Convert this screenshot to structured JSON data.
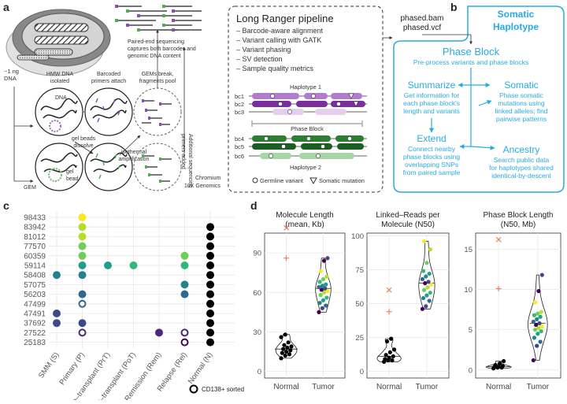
{
  "panel_a": {
    "letter": "a",
    "dna_amount": [
      "~1 ng",
      "DNA"
    ],
    "hmw_label": [
      "HMW DNA",
      "isolated"
    ],
    "dna_label": "DNA",
    "gel_bead_label": [
      "gel",
      "bead"
    ],
    "gem_label": "GEM",
    "barcoded_label": [
      "Barcoded",
      "primers attach"
    ],
    "gel_dissolve": [
      "gel beads",
      "dissolve"
    ],
    "isothermal": [
      "isothermal",
      "amplification"
    ],
    "gems_break": [
      "GEMs break,",
      "fragments pool"
    ],
    "additional_primers": [
      "Additional sequencing",
      "primers added"
    ],
    "paired_end": [
      "Paired-end sequencing",
      "captures both barcodes and",
      "genomic DNA content"
    ],
    "chromium": [
      "Chromium",
      "10X Genomics"
    ],
    "pipeline_title": "Long Ranger pipeline",
    "pipeline_steps": [
      "– Barcode-aware alignment",
      "– Variant calling with GATK",
      "– Variant phasing",
      "– SV detection",
      "– Sample quality metrics"
    ],
    "haplotype1": "Haplotype 1",
    "haplotype2": "Haplotype 2",
    "phase_block": "Phase Block",
    "barcodes": [
      "bc1",
      "bc2",
      "bc3",
      "bc4",
      "bc5",
      "bc6"
    ],
    "germline_legend": "Germline variant",
    "somatic_legend": "Somatic mutation"
  },
  "panel_b": {
    "letter": "b",
    "files": [
      "phased.bam",
      "phased.vcf"
    ],
    "title": [
      "Somatic",
      "Haplotype"
    ],
    "phase_block_title": "Phase Block",
    "phase_block_desc": "Pre-process variants and phase blocks",
    "summarize_title": "Summarize",
    "summarize_desc": [
      "Get information for",
      "each phase block's",
      "length and variants"
    ],
    "somatic_title": "Somatic",
    "somatic_desc": [
      "Phase somatic",
      "mutations using",
      "linked alleles; find",
      "pairwise patterns"
    ],
    "extend_title": "Extend",
    "extend_desc": [
      "Connect nearby",
      "phase blocks using",
      "overlapping SNPs",
      "from paired sample"
    ],
    "ancestry_title": "Ancestry",
    "ancestry_desc": [
      "Search public data",
      "for haplotypes shared",
      "identical-by-descent"
    ]
  },
  "panel_c": {
    "letter": "c",
    "legend": "CD138+ sorted",
    "chart_data": {
      "type": "scatter",
      "y_categories": [
        "98433",
        "83942",
        "81012",
        "77570",
        "60359",
        "59114",
        "58408",
        "57075",
        "56203",
        "47499",
        "47491",
        "37692",
        "27522",
        "25183"
      ],
      "x_categories": [
        "SMM (S)",
        "Primary (P)",
        "Pre–transplant (PrT)",
        "Post–transplant (PoT)",
        "Remission (Rem)",
        "Relapse (Rel)",
        "Normal (N)"
      ],
      "grid": true,
      "points": [
        {
          "patient": "98433",
          "stage": "Primary (P)",
          "color": "#fde725",
          "sorted": false
        },
        {
          "patient": "83942",
          "stage": "Primary (P)",
          "color": "#b5de2b",
          "sorted": false
        },
        {
          "patient": "83942",
          "stage": "Normal (N)",
          "color": "#000000",
          "sorted": false
        },
        {
          "patient": "81012",
          "stage": "Primary (P)",
          "color": "#b5de2b",
          "sorted": false
        },
        {
          "patient": "81012",
          "stage": "Normal (N)",
          "color": "#000000",
          "sorted": false
        },
        {
          "patient": "77570",
          "stage": "Primary (P)",
          "color": "#6ece58",
          "sorted": false
        },
        {
          "patient": "77570",
          "stage": "Normal (N)",
          "color": "#000000",
          "sorted": false
        },
        {
          "patient": "60359",
          "stage": "Primary (P)",
          "color": "#6ece58",
          "sorted": false
        },
        {
          "patient": "60359",
          "stage": "Relapse (Rel)",
          "color": "#6ece58",
          "sorted": false
        },
        {
          "patient": "60359",
          "stage": "Normal (N)",
          "color": "#000000",
          "sorted": false
        },
        {
          "patient": "59114",
          "stage": "Primary (P)",
          "color": "#1f9e89",
          "sorted": false
        },
        {
          "patient": "59114",
          "stage": "Pre–transplant (PrT)",
          "color": "#1f9e89",
          "sorted": false
        },
        {
          "patient": "59114",
          "stage": "Post–transplant (PoT)",
          "color": "#35b779",
          "sorted": false
        },
        {
          "patient": "59114",
          "stage": "Relapse (Rel)",
          "color": "#35b779",
          "sorted": false
        },
        {
          "patient": "59114",
          "stage": "Normal (N)",
          "color": "#000000",
          "sorted": false
        },
        {
          "patient": "58408",
          "stage": "SMM (S)",
          "color": "#26828e",
          "sorted": false
        },
        {
          "patient": "58408",
          "stage": "Primary (P)",
          "color": "#26828e",
          "sorted": false
        },
        {
          "patient": "58408",
          "stage": "Normal (N)",
          "color": "#000000",
          "sorted": false
        },
        {
          "patient": "57075",
          "stage": "Relapse (Rel)",
          "color": "#26828e",
          "sorted": false
        },
        {
          "patient": "57075",
          "stage": "Normal (N)",
          "color": "#000000",
          "sorted": false
        },
        {
          "patient": "56203",
          "stage": "Primary (P)",
          "color": "#31688e",
          "sorted": false
        },
        {
          "patient": "56203",
          "stage": "Relapse (Rel)",
          "color": "#31688e",
          "sorted": false
        },
        {
          "patient": "56203",
          "stage": "Normal (N)",
          "color": "#000000",
          "sorted": false
        },
        {
          "patient": "47499",
          "stage": "Primary (P)",
          "color": "#31688e",
          "sorted": true
        },
        {
          "patient": "47499",
          "stage": "Normal (N)",
          "color": "#000000",
          "sorted": false
        },
        {
          "patient": "47491",
          "stage": "SMM (S)",
          "color": "#3e4989",
          "sorted": false
        },
        {
          "patient": "47491",
          "stage": "Normal (N)",
          "color": "#000000",
          "sorted": false
        },
        {
          "patient": "37692",
          "stage": "SMM (S)",
          "color": "#3e4989",
          "sorted": false
        },
        {
          "patient": "37692",
          "stage": "Primary (P)",
          "color": "#3e4989",
          "sorted": false
        },
        {
          "patient": "37692",
          "stage": "Normal (N)",
          "color": "#000000",
          "sorted": false
        },
        {
          "patient": "27522",
          "stage": "Primary (P)",
          "color": "#482878",
          "sorted": true
        },
        {
          "patient": "27522",
          "stage": "Remission (Rem)",
          "color": "#482878",
          "sorted": false
        },
        {
          "patient": "27522",
          "stage": "Relapse (Rel)",
          "color": "#482878",
          "sorted": true
        },
        {
          "patient": "27522",
          "stage": "Normal (N)",
          "color": "#000000",
          "sorted": false
        },
        {
          "patient": "25183",
          "stage": "Relapse (Rel)",
          "color": "#440154",
          "sorted": true
        },
        {
          "patient": "25183",
          "stage": "Normal (N)",
          "color": "#000000",
          "sorted": false
        }
      ]
    }
  },
  "panel_d": {
    "letter": "d",
    "chart_data": [
      {
        "type": "scatter",
        "title": [
          "Molecule Length",
          "(mean, Kb)"
        ],
        "categories": [
          "Normal",
          "Tumor"
        ],
        "ylim": [
          -5,
          105
        ],
        "yticks": [
          0,
          30,
          60,
          90
        ],
        "outliers": [
          {
            "group": "Normal",
            "value": 109,
            "marker": "x"
          },
          {
            "group": "Normal",
            "value": 86,
            "marker": "+"
          }
        ],
        "series": [
          {
            "group": "Normal",
            "values": [
              28,
              26,
              22,
              20,
              19,
              18,
              17,
              16,
              15,
              14,
              13,
              12,
              10
            ]
          },
          {
            "group": "Tumor",
            "values": [
              86,
              84,
              76,
              72,
              70,
              68,
              66,
              65,
              64,
              63,
              62,
              61,
              60,
              58,
              56,
              54,
              52,
              50,
              48,
              45
            ]
          }
        ]
      },
      {
        "type": "scatter",
        "title": [
          "Linked–Reads per",
          "Molecule (N50)"
        ],
        "categories": [
          "Normal",
          "Tumor"
        ],
        "ylim": [
          -5,
          102
        ],
        "yticks": [
          0,
          25,
          50,
          75,
          100
        ],
        "outliers": [
          {
            "group": "Normal",
            "value": 60,
            "marker": "x"
          },
          {
            "group": "Normal",
            "value": 44,
            "marker": "+"
          }
        ],
        "series": [
          {
            "group": "Normal",
            "values": [
              24,
              22,
              16,
              14,
              12,
              11,
              10,
              9,
              8,
              8,
              7
            ]
          },
          {
            "group": "Tumor",
            "values": [
              96,
              90,
              80,
              74,
              72,
              70,
              68,
              66,
              65,
              64,
              62,
              60,
              58,
              56,
              54,
              52,
              48,
              46
            ]
          }
        ]
      },
      {
        "type": "scatter",
        "title": [
          "Phase Block Length",
          "(N50, Mb)"
        ],
        "categories": [
          "Normal",
          "Tumor"
        ],
        "ylim": [
          -1,
          17
        ],
        "yticks": [
          0,
          5,
          10,
          15
        ],
        "outliers": [
          {
            "group": "Normal",
            "value": 16.2,
            "marker": "x"
          },
          {
            "group": "Normal",
            "value": 10.1,
            "marker": "+"
          }
        ],
        "series": [
          {
            "group": "Normal",
            "values": [
              1.1,
              0.8,
              0.6,
              0.5,
              0.4,
              0.4,
              0.3,
              0.3,
              0.2
            ]
          },
          {
            "group": "Tumor",
            "values": [
              11.8,
              9.8,
              8.4,
              7.2,
              7.0,
              6.8,
              6.6,
              6.3,
              6.0,
              5.8,
              5.6,
              5.4,
              5.2,
              5.0,
              4.8,
              4.5,
              4.0,
              3.5,
              3.0,
              1.2
            ]
          }
        ]
      }
    ]
  }
}
